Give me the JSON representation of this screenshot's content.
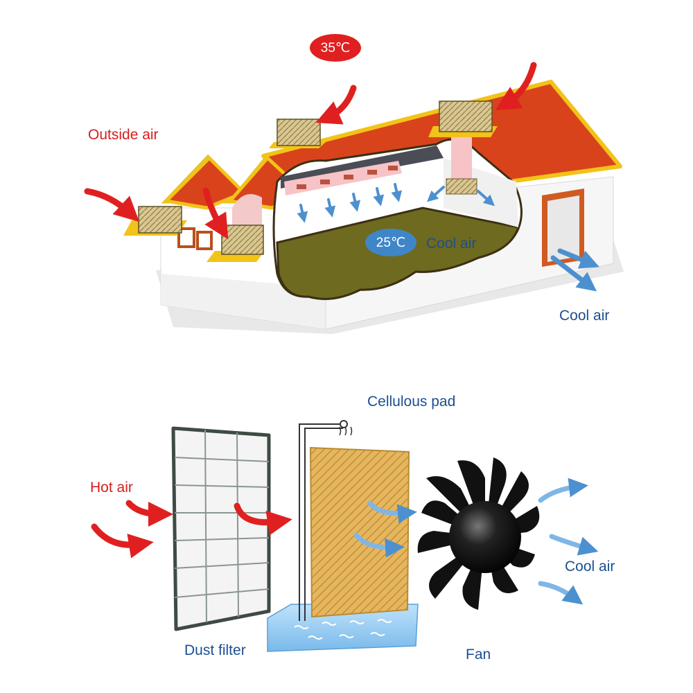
{
  "top_diagram": {
    "outside_air_label": "Outside air",
    "hot_temp": "35℃",
    "cool_temp": "25℃",
    "cool_air_label_inside": "Cool air",
    "cool_air_label_door": "Cool air"
  },
  "bottom_diagram": {
    "cellulous_pad_label": "Cellulous pad",
    "hot_air_label": "Hot air",
    "cool_air_label": "Cool air",
    "dust_filter_label": "Dust filter",
    "fan_label": "Fan"
  },
  "colors": {
    "hot_red": "#e02020",
    "cool_blue": "#3f86c9",
    "roof": "#d9431c",
    "roof_trim": "#f2c318",
    "floor": "#6e6a1f",
    "pad": "#e3b25a"
  }
}
